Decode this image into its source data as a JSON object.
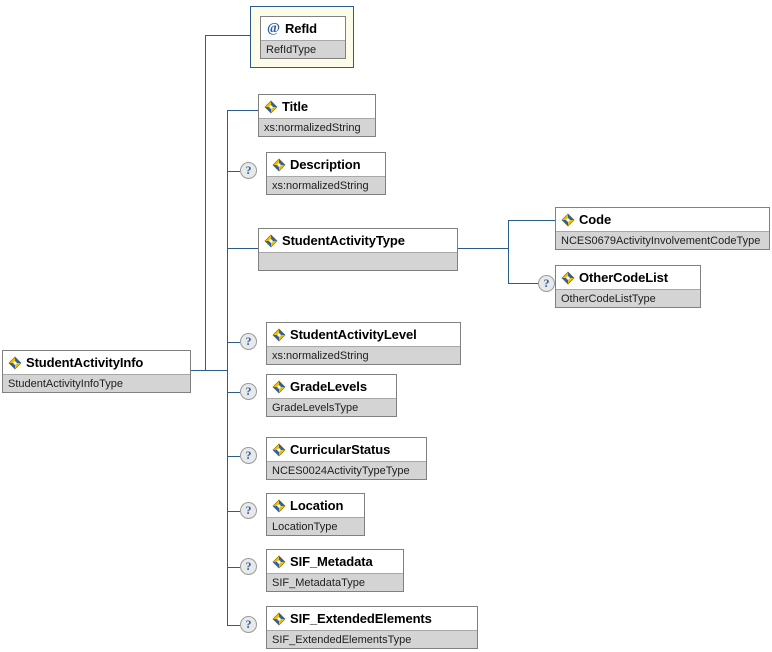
{
  "diagram": {
    "title": "StudentActivityInfo XML Schema Diagram",
    "type": "xsd-element-tree",
    "colors": {
      "connector": "#2b5c8a",
      "box_border": "#808080",
      "type_row_bg": "#d4d4d4",
      "attr_frame_bg": "#fdfce8",
      "attr_frame_border": "#2b5c8a",
      "icon_blue": "#2d5fa5",
      "icon_yellow": "#f2c200"
    },
    "root": {
      "name": "StudentActivityInfo",
      "type": "StudentActivityInfoType",
      "icon": "element-icon",
      "optional": false
    },
    "children": [
      {
        "name": "RefId",
        "type": "RefIdType",
        "icon": "attribute-icon",
        "optional": false,
        "kind": "attribute"
      },
      {
        "name": "Title",
        "type": "xs:normalizedString",
        "icon": "element-icon",
        "optional": false,
        "kind": "element"
      },
      {
        "name": "Description",
        "type": "xs:normalizedString",
        "icon": "element-icon",
        "optional": true,
        "kind": "element"
      },
      {
        "name": "StudentActivityType",
        "type": "",
        "icon": "element-icon",
        "optional": false,
        "kind": "element",
        "children": [
          {
            "name": "Code",
            "type": "NCES0679ActivityInvolvementCodeType",
            "icon": "element-icon",
            "optional": false,
            "kind": "element"
          },
          {
            "name": "OtherCodeList",
            "type": "OtherCodeListType",
            "icon": "element-icon",
            "optional": true,
            "kind": "element"
          }
        ]
      },
      {
        "name": "StudentActivityLevel",
        "type": "xs:normalizedString",
        "icon": "element-icon",
        "optional": true,
        "kind": "element"
      },
      {
        "name": "GradeLevels",
        "type": "GradeLevelsType",
        "icon": "element-icon",
        "optional": true,
        "kind": "element"
      },
      {
        "name": "CurricularStatus",
        "type": "NCES0024ActivityTypeType",
        "icon": "element-icon",
        "optional": true,
        "kind": "element"
      },
      {
        "name": "Location",
        "type": "LocationType",
        "icon": "element-icon",
        "optional": true,
        "kind": "element"
      },
      {
        "name": "SIF_Metadata",
        "type": "SIF_MetadataType",
        "icon": "element-icon",
        "optional": true,
        "kind": "element"
      },
      {
        "name": "SIF_ExtendedElements",
        "type": "SIF_ExtendedElementsType",
        "icon": "element-icon",
        "optional": true,
        "kind": "element"
      }
    ],
    "markers": {
      "optional_symbol": "?",
      "attribute_symbol": "@"
    }
  }
}
